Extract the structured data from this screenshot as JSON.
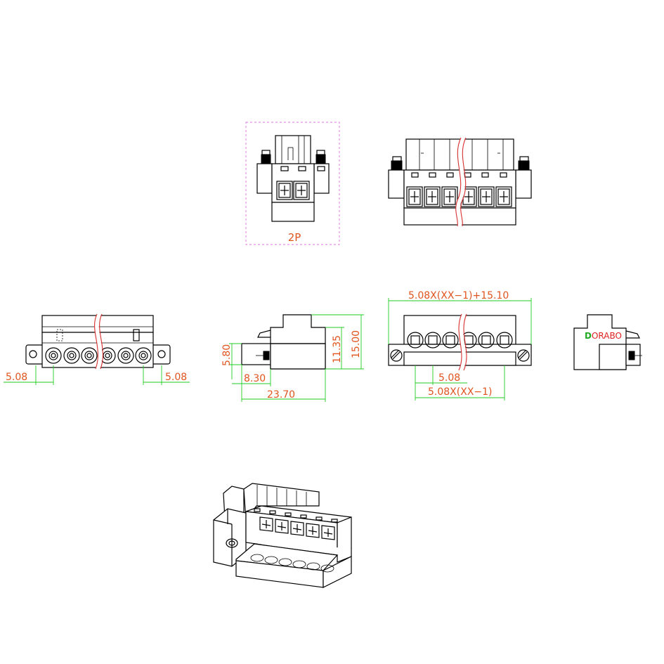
{
  "views": {
    "front_2p_label": "2P"
  },
  "dimensions": {
    "pitch_left": "5.08",
    "pitch_right": "5.08",
    "height_5_80": "5.80",
    "height_11_35": "11.35",
    "height_15_00": "15.00",
    "depth_8_30": "8.30",
    "depth_23_70": "23.70",
    "overall_width": "5.08X(XX−1)+15.10",
    "pitch_bottom": "5.08",
    "span_bottom": "5.08X(XX−1)"
  },
  "logo": {
    "letter": "D",
    "rest": "ORABO"
  },
  "colors": {
    "dimension_line": "#22cc22",
    "dimension_text": "#e0541e",
    "break_line": "#d83030",
    "frame": "#e070e0"
  }
}
